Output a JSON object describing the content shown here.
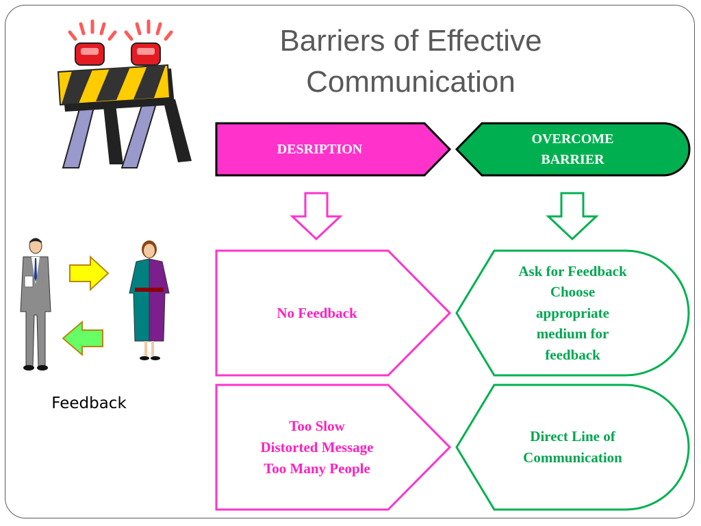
{
  "title_line1": "Barriers of Effective",
  "title_line2": "Communication",
  "header_left": "DESRIPTION",
  "header_right_line1": "OVERCOME",
  "header_right_line2": "BARRIER",
  "row1_left": [
    "No Feedback"
  ],
  "row1_right": [
    "Ask for Feedback",
    "Choose",
    "appropriate",
    "medium for",
    "feedback"
  ],
  "row2_left": [
    "Too Slow",
    "Distorted Message",
    "Too Many People"
  ],
  "row2_right": [
    "Direct Line of",
    "Communication"
  ],
  "feedback_caption": "Feedback",
  "colors": {
    "magenta": "#ff33cc",
    "magenta_text": "#ff1fbf",
    "green": "#00b050",
    "green_text": "#00a650",
    "title": "#595959"
  },
  "icons": {
    "barrier": "road-barrier-clipart",
    "man": "businessman-clipart",
    "woman": "businesswoman-clipart",
    "arrow_right": "arrow-right-yellow",
    "arrow_left": "arrow-left-green"
  }
}
